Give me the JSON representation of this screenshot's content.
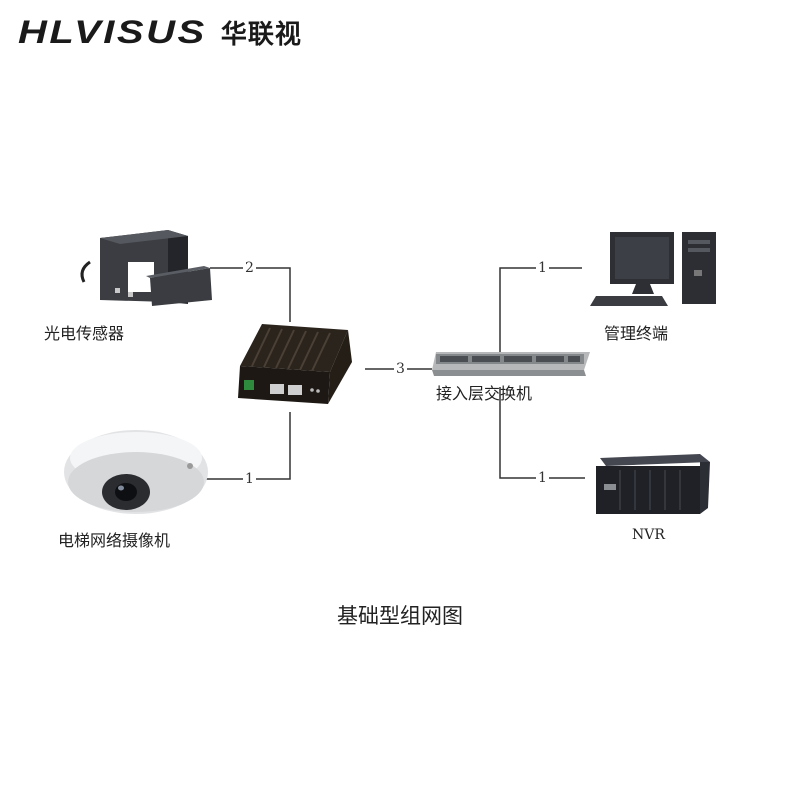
{
  "logo": {
    "latin": "HLVISUS",
    "cn": "华联视"
  },
  "nodes": {
    "sensor": "光电传感器",
    "camera": "电梯网络摄像机",
    "switch": "接入层交换机",
    "terminal": "管理终端",
    "nvr": "NVR"
  },
  "links": {
    "sensor_converter": "2",
    "camera_converter": "1",
    "converter_switch": "3",
    "switch_terminal": "1",
    "switch_nvr": "1"
  },
  "caption": "基础型组网图",
  "colors": {
    "line": "#333333",
    "text": "#222222"
  }
}
